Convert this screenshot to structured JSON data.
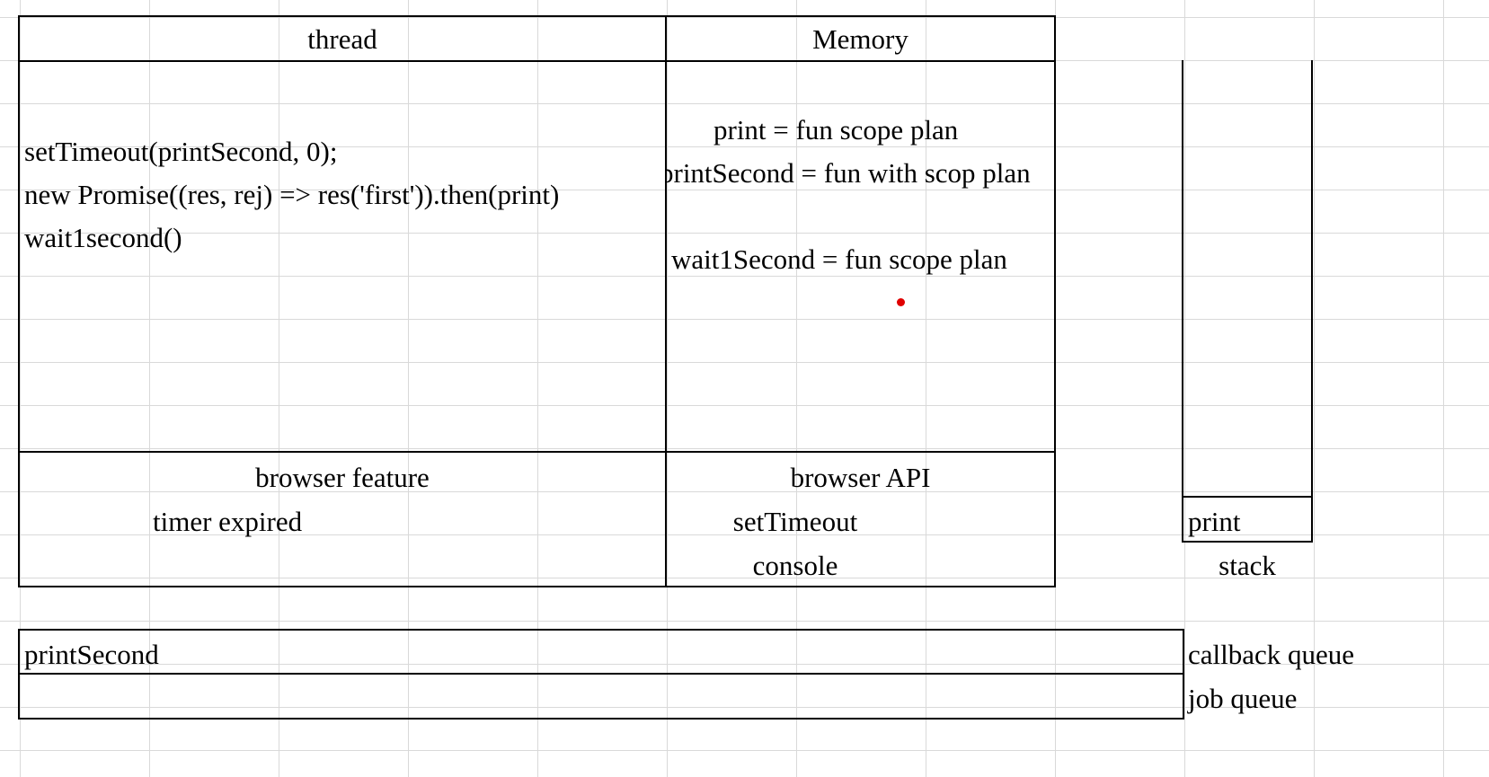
{
  "thread": {
    "title": "thread",
    "code_lines": [
      "setTimeout(printSecond, 0);",
      "new Promise((res, rej) => res('first')).then(print)",
      "wait1second()"
    ]
  },
  "memory": {
    "title": "Memory",
    "entries": [
      "print = fun scope plan",
      "printSecond = fun with scop plan",
      "wait1Second = fun scope plan"
    ]
  },
  "browser_feature": {
    "title": "browser feature",
    "items": [
      "timer expired"
    ]
  },
  "browser_api": {
    "title": "browser API",
    "items": [
      "setTimeout",
      "console"
    ]
  },
  "stack": {
    "label": "stack",
    "items": [
      "print"
    ]
  },
  "callback_queue": {
    "label": "callback queue",
    "items": [
      "printSecond"
    ]
  },
  "job_queue": {
    "label": "job queue",
    "items": [
      ""
    ]
  },
  "colors": {
    "border": "#000000",
    "grid": "#d9d9d9",
    "marker": "#e00000"
  }
}
